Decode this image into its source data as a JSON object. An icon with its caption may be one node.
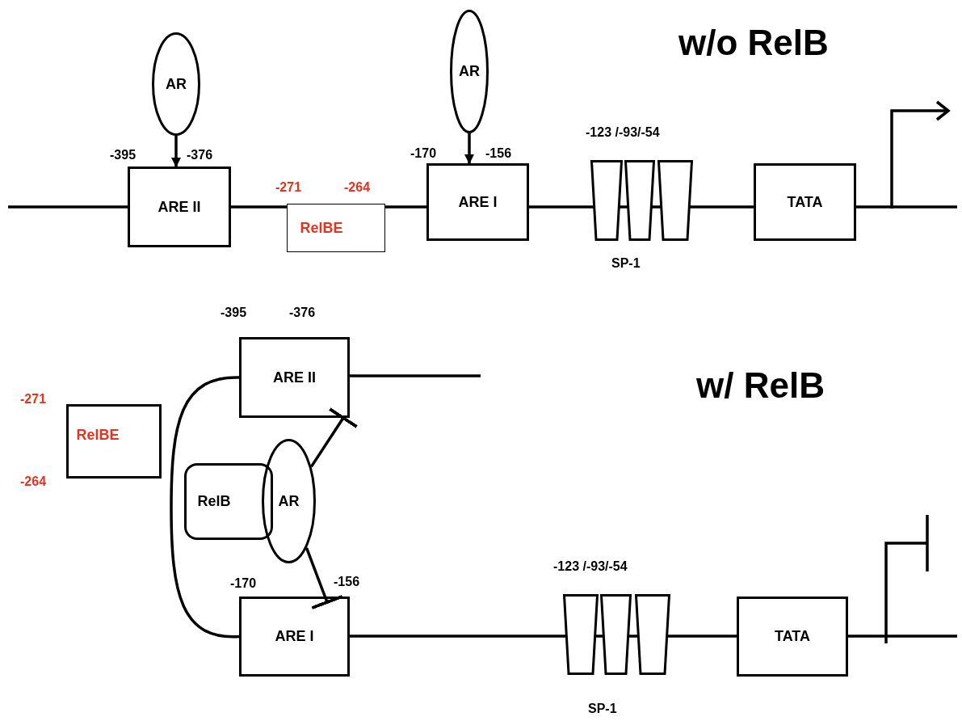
{
  "diagram": {
    "nodes": [
      {
        "text": [
          "AR"
        ]
      },
      {
        "text": [
          "ARE II"
        ],
        "beside": [
          "-395",
          "-376"
        ]
      },
      {
        "text": [
          "RelBE"
        ],
        "beside": [
          "-271",
          "-264"
        ]
      },
      {
        "text": [
          "AR"
        ]
      },
      {
        "text": [
          "ARE I"
        ],
        "beside": [
          "-170",
          "-156"
        ]
      },
      {
        "text": [],
        "shape": "trapezoid"
      },
      {
        "text": [],
        "shape": "trapezoid"
      },
      {
        "text": [],
        "shape": "trapezoid"
      },
      {
        "text": [
          "TATA"
        ]
      },
      {
        "text": [
          "ARE II"
        ],
        "beside": [
          "-395",
          "-376"
        ]
      },
      {
        "text": [
          "RelBE"
        ],
        "beside": [
          "-271",
          "-264"
        ]
      },
      {
        "text": [
          "RelB"
        ]
      },
      {
        "text": [
          "AR"
        ]
      },
      {
        "text": [
          "ARE I"
        ],
        "beside": [
          "-170",
          "-156"
        ]
      },
      {
        "text": [],
        "shape": "trapezoid"
      },
      {
        "text": [],
        "shape": "trapezoid"
      },
      {
        "text": [],
        "shape": "trapezoid"
      },
      {
        "text": [
          "TATA"
        ]
      }
    ],
    "edges": [
      {
        "from": 0,
        "to": 1,
        "arrow": "to"
      },
      {
        "from": 3,
        "to": 4,
        "arrow": "to"
      },
      {
        "from": 12,
        "to": 9,
        "arrow": "other"
      },
      {
        "from": 12,
        "to": 13,
        "arrow": "other"
      },
      {
        "from": 9,
        "to": 13,
        "arrow": "none"
      }
    ],
    "labels": [
      "w/o RelB",
      "-123 /-93/-54",
      "SP-1",
      "w/ RelB",
      "-123 /-93/-54",
      "SP-1"
    ]
  }
}
